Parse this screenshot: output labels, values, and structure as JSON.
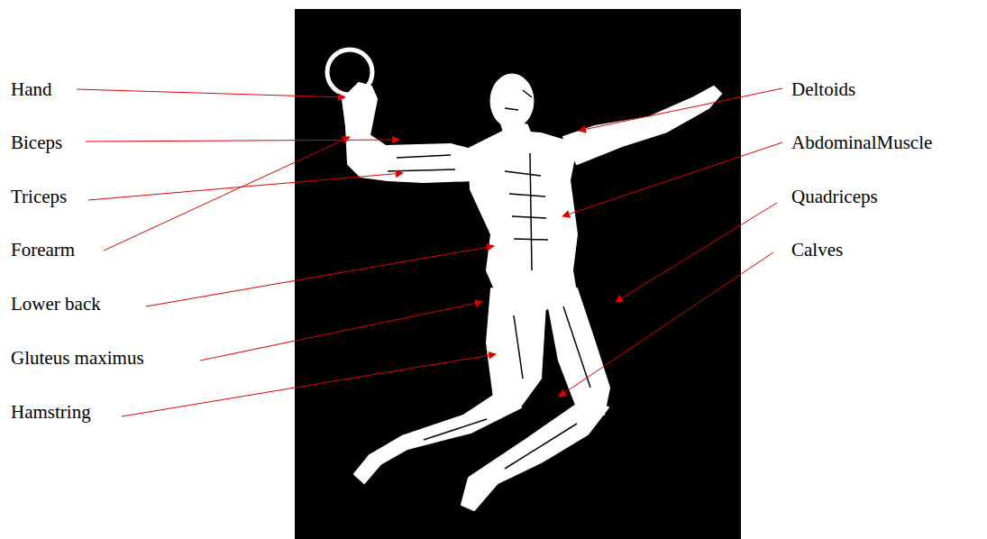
{
  "diagram": {
    "labels": [
      "Hand",
      "Biceps",
      "Triceps",
      "Forearm",
      "Lower back",
      "Gluteus maximus",
      "Hamstring",
      "Deltoids",
      "AbdominalMuscle",
      "Quadriceps",
      "Calves"
    ]
  }
}
